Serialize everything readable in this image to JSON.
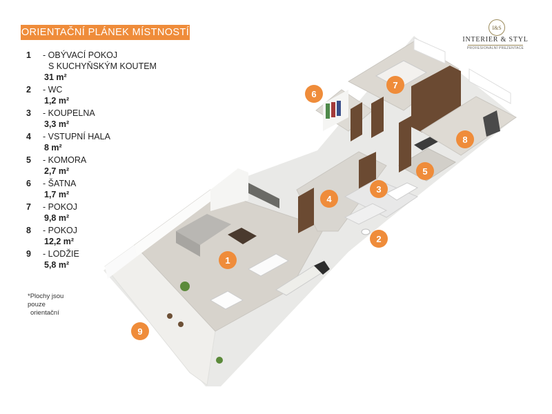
{
  "header": {
    "title": "ORIENTAČNÍ PLÁNEK MÍSTNOSTÍ"
  },
  "logo": {
    "monogram": "I&S",
    "name": "INTERIER & STYL",
    "tagline": "PROFESIONÁLNÍ PREZENTACE"
  },
  "legend": [
    {
      "num": "1",
      "name": "- OBÝVACÍ POKOJ",
      "name2": "S KUCHYŇSKÝM KOUTEM",
      "area": "31 m²"
    },
    {
      "num": "2",
      "name": "- WC",
      "area": "1,2 m²"
    },
    {
      "num": "3",
      "name": "- KOUPELNA",
      "area": "3,3 m²"
    },
    {
      "num": "4",
      "name": "- VSTUPNÍ HALA",
      "area": "8 m²"
    },
    {
      "num": "5",
      "name": "- KOMORA",
      "area": "2,7 m²"
    },
    {
      "num": "6",
      "name": "- ŠATNA",
      "area": "1,7 m²"
    },
    {
      "num": "7",
      "name": "- POKOJ",
      "area": "9,8 m²"
    },
    {
      "num": "8",
      "name": "- POKOJ",
      "area": "12,2 m²"
    },
    {
      "num": "9",
      "name": "- LODŽIE",
      "area": "5,8 m²"
    }
  ],
  "note": {
    "line1": "*Plochy jsou pouze",
    "line2": "orientační"
  },
  "badges": [
    "1",
    "2",
    "3",
    "4",
    "5",
    "6",
    "7",
    "8",
    "9"
  ],
  "colors": {
    "accent": "#ef8c3a",
    "floor": "#d9d6d0",
    "wall": "#f4f4f2",
    "wood": "#6b4a32"
  }
}
